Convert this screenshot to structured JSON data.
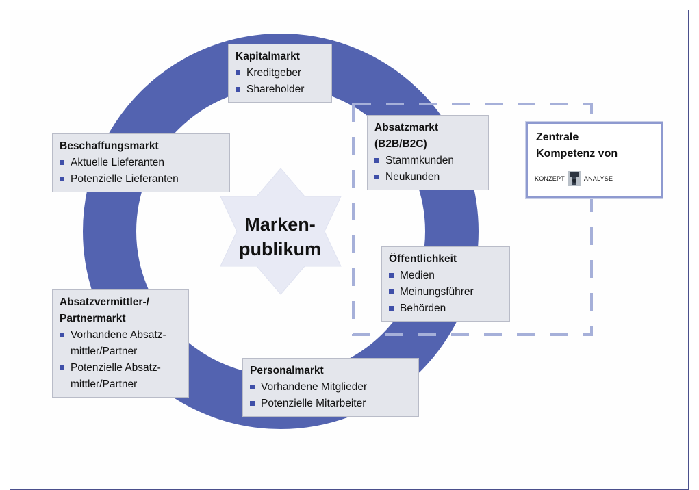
{
  "center": {
    "line1": "Marken-",
    "line2": "publikum"
  },
  "boxes": {
    "kapitalmarkt": {
      "title": "Kapitalmarkt",
      "items": [
        "Kreditgeber",
        "Shareholder"
      ]
    },
    "beschaffung": {
      "title": "Beschaffungsmarkt",
      "items": [
        "Aktuelle Lieferanten",
        "Potenzielle Lieferanten"
      ]
    },
    "absatzmarkt": {
      "title1": "Absatzmarkt",
      "title2": "(B2B/B2C)",
      "items": [
        "Stammkunden",
        "Neukunden"
      ]
    },
    "oeffentlichkeit": {
      "title": "Öffentlichkeit",
      "items": [
        "Medien",
        "Meinungsführer",
        "Behörden"
      ]
    },
    "absatzvermittler": {
      "title1": "Absatzvermittler-/",
      "title2": "Partnermarkt",
      "items": [
        "Vorhandene Absatz-",
        "mittler/Partner",
        "Potenzielle Absatz-",
        "mittler/Partner"
      ]
    },
    "personalmarkt": {
      "title": "Personalmarkt",
      "items": [
        "Vorhandene Mitglieder",
        "Potenzielle Mitarbeiter"
      ]
    }
  },
  "kompetenz": {
    "line1": "Zentrale",
    "line2": "Kompetenz von",
    "logo_left": "KONZEPT",
    "logo_right": "ANALYSE"
  },
  "colors": {
    "ring": "#4f5fad",
    "star": "#e7e9f5",
    "dash": "#a9b2d8",
    "bullet": "#3f4fa8"
  }
}
